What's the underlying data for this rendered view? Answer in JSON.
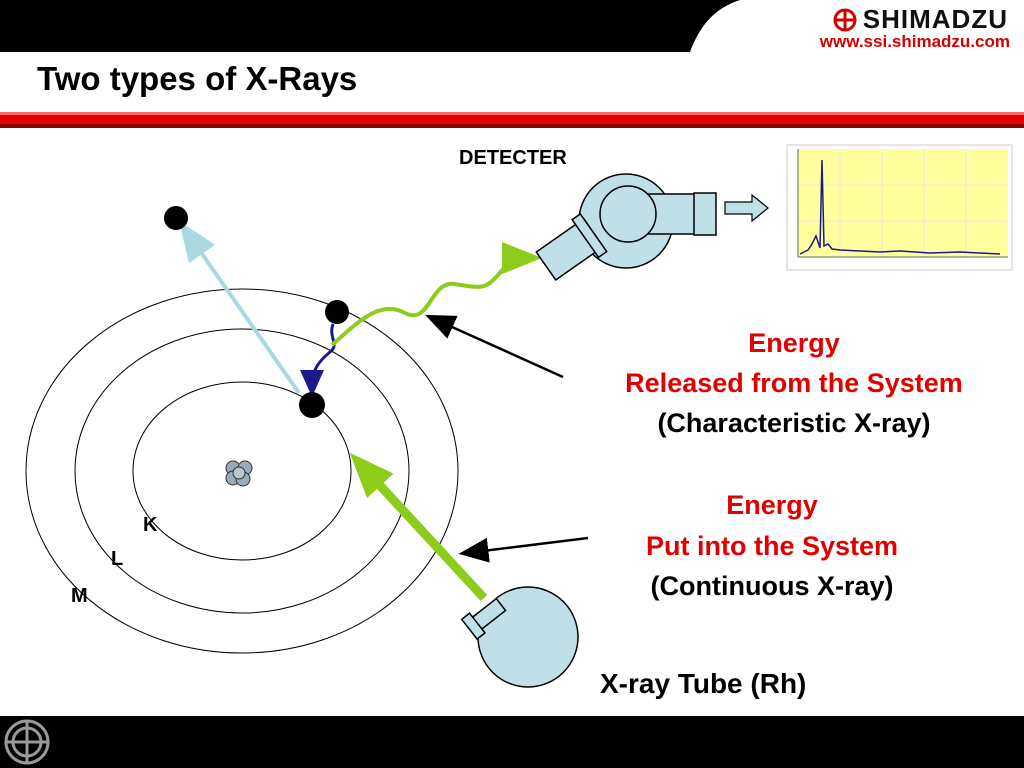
{
  "slide": {
    "title": "Two types of X-Rays",
    "brand": "SHIMADZU",
    "url": "www.ssi.shimadzu.com"
  },
  "diagram": {
    "detector_label": "DETECTER",
    "orbit_labels": {
      "k": "K",
      "l": "L",
      "m": "M"
    },
    "characteristic": {
      "line1": "Energy",
      "line2": "Released from the System",
      "line3": "(Characteristic X-ray)"
    },
    "continuous": {
      "line1": "Energy",
      "line2": "Put into the System",
      "line3": "(Continuous X-ray)"
    },
    "tube_label": "X-ray Tube (Rh)"
  },
  "colors": {
    "brand_red": "#d40000",
    "text_red": "#e00000",
    "green_arrow": "#8ccc1a",
    "tube_fill": "#bfe0e6",
    "ejected_arrow": "#a9d8e0",
    "transition_arrow": "#1a1a8c"
  }
}
